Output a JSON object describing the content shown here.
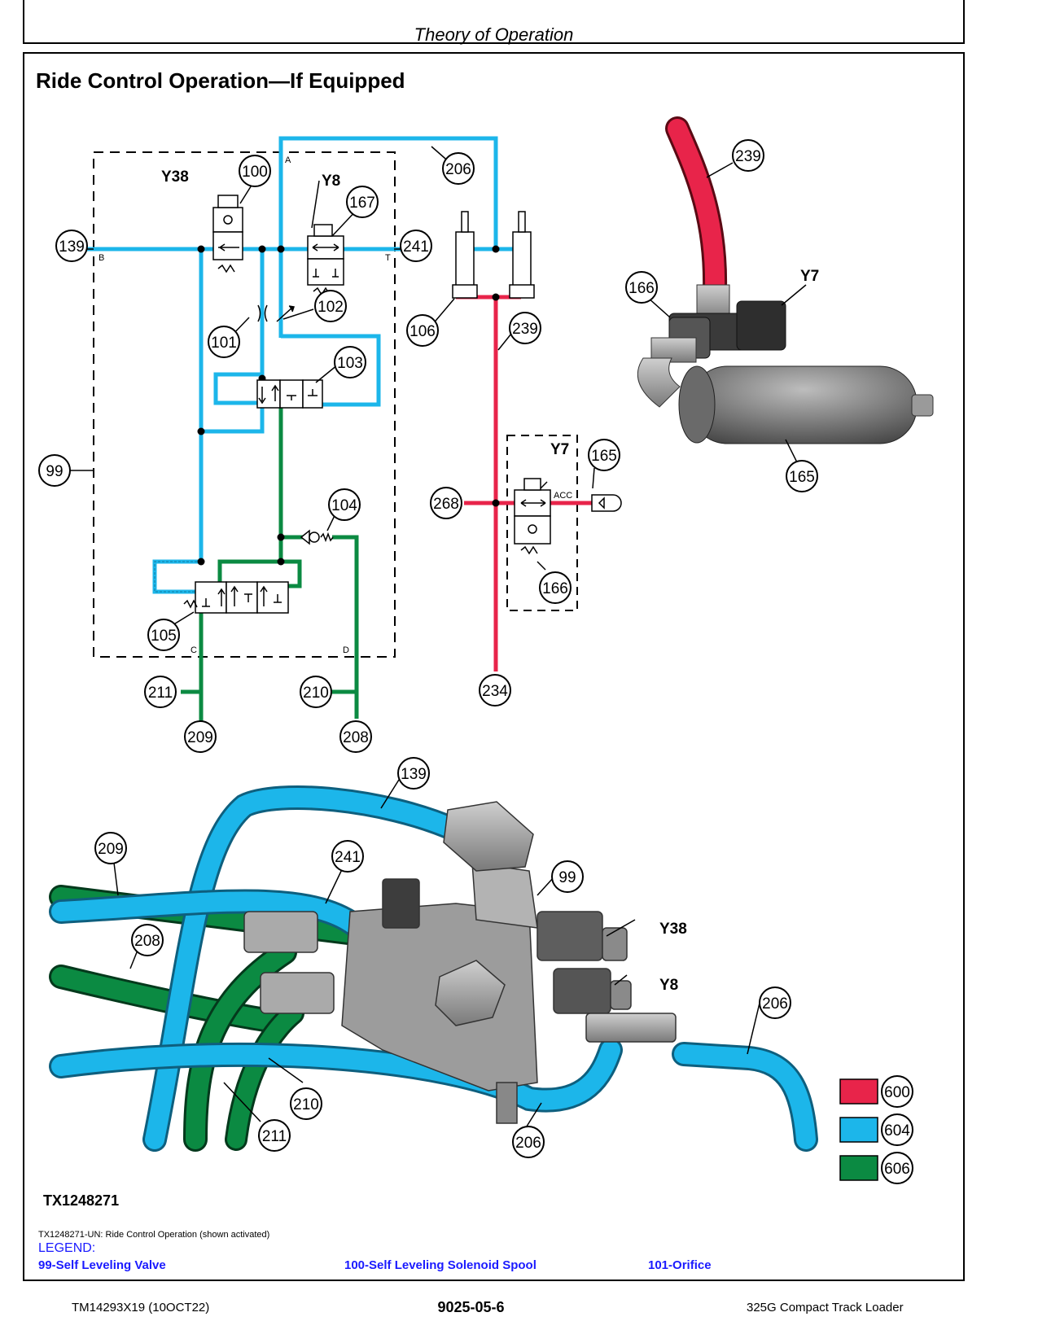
{
  "header": {
    "section": "Theory of Operation"
  },
  "page_title": "Ride Control Operation—If Equipped",
  "figure": {
    "id": "TX1248271",
    "caption": "TX1248271-UN: Ride Control Operation (shown activated)"
  },
  "schematic": {
    "callouts": {
      "c100": "100",
      "c167": "167",
      "c139": "139",
      "c241": "241",
      "c206": "206",
      "c102": "102",
      "c101": "101",
      "c103": "103",
      "c106": "106",
      "c239": "239",
      "c99": "99",
      "c104": "104",
      "c105": "105",
      "c211": "211",
      "c210": "210",
      "c209": "209",
      "c208": "208",
      "c234": "234",
      "c268": "268",
      "c165": "165",
      "c166": "166"
    },
    "labels": {
      "y38": "Y38",
      "y8": "Y8",
      "y7": "Y7",
      "port_a": "A",
      "port_b": "B",
      "port_t": "T",
      "port_c": "C",
      "port_d": "D",
      "acc": "ACC"
    }
  },
  "photo_top": {
    "callouts": {
      "c239": "239",
      "c166": "166",
      "c165": "165"
    },
    "labels": {
      "y7": "Y7"
    }
  },
  "photo_bottom": {
    "callouts": {
      "c139": "139",
      "c209": "209",
      "c241": "241",
      "c99": "99",
      "c208": "208",
      "c206a": "206",
      "c206b": "206",
      "c210": "210",
      "c211": "211"
    },
    "labels": {
      "y38": "Y38",
      "y8": "Y8"
    }
  },
  "color_legend": [
    {
      "code": "600",
      "color": "#e8244a"
    },
    {
      "code": "604",
      "color": "#1cb6ea"
    },
    {
      "code": "606",
      "color": "#0b8a42"
    }
  ],
  "colors": {
    "pressure_red": "#e8244a",
    "return_blue": "#1cb6ea",
    "working_green": "#0b8a42",
    "legend_text": "#1a1aff"
  },
  "legend": {
    "title": "LEGEND:",
    "items": [
      "99-Self Leveling Valve",
      "100-Self Leveling Solenoid Spool",
      "101-Orifice"
    ]
  },
  "footer": {
    "doc": "TM14293X19 (10OCT22)",
    "page": "9025-05-6",
    "machine": "325G Compact Track Loader"
  }
}
